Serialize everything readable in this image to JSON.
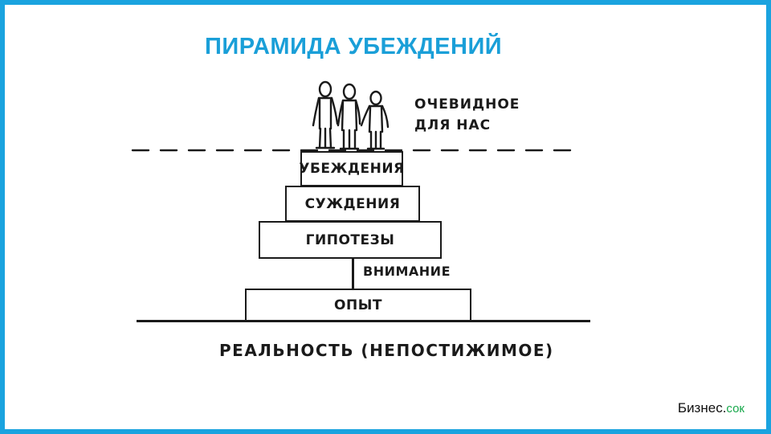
{
  "title": "ПИРАМИДА УБЕЖДЕНИЙ",
  "diagram": {
    "top_label_line1": "ОЧЕВИДНОЕ",
    "top_label_line2": "ДЛЯ НАС",
    "levels": [
      "УБЕЖДЕНИЯ",
      "СУЖДЕНИЯ",
      "ГИПОТЕЗЫ",
      "ОПЫТ"
    ],
    "connector_label": "ВНИМАНИЕ",
    "base_label": "РЕАЛЬНОСТЬ (НЕПОСТИЖИМОЕ)"
  },
  "brand": {
    "name": "Бизнес.",
    "suffix": "сок"
  },
  "colors": {
    "accent": "#1aa3df",
    "title": "#1a9fd8",
    "brand_suffix": "#17a84b",
    "ink": "#1a1a1a"
  }
}
